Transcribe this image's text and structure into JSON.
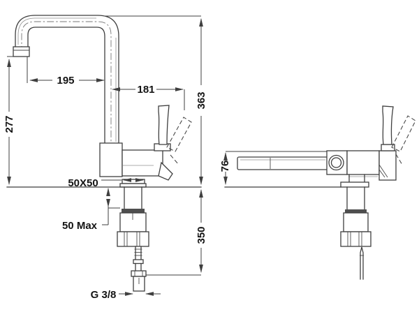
{
  "drawing": {
    "description": "Kitchen faucet technical dimension drawing with front view and side view",
    "background_color": "#ffffff",
    "line_color": "#3f3f3f",
    "text_color": "#141414",
    "dimensions": {
      "spout_reach": "195",
      "body_reach": "181",
      "height_above_deck": "363",
      "spout_outlet_height": "277",
      "side_body_height": "76",
      "base_plate_size": "50X50",
      "max_deck_thickness": "50 Max",
      "length_below_deck": "350",
      "supply_thread": "G 3/8"
    }
  }
}
